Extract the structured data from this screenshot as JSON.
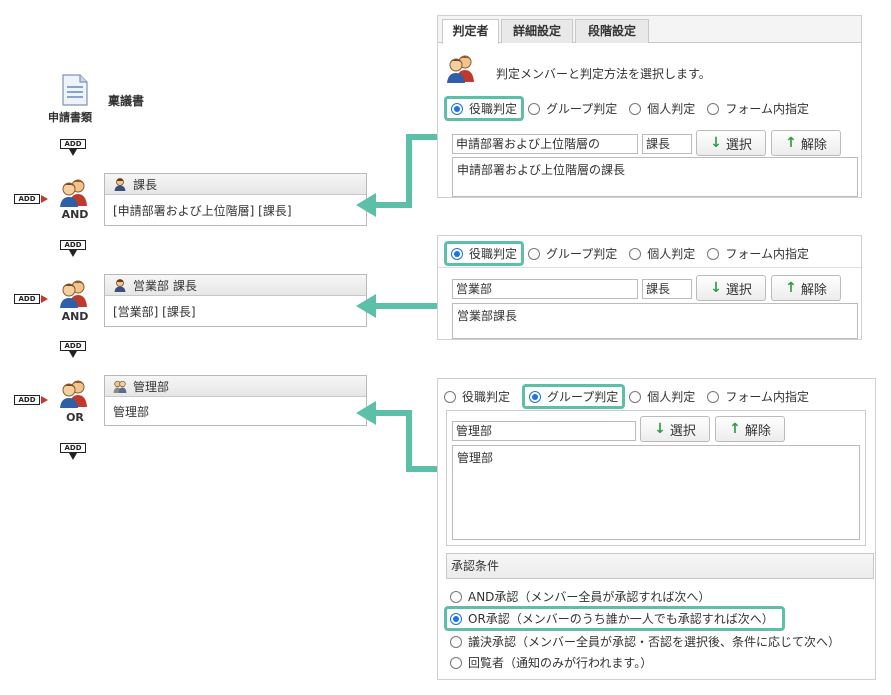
{
  "flow": {
    "doc_label": "申請書類",
    "doc_name": "稟議書",
    "add_label": "ADD",
    "nodes": [
      {
        "mode": "AND",
        "head": "課長",
        "body": "[申請部署および上位階層] [課長]"
      },
      {
        "mode": "AND",
        "head": "営業部 課長",
        "body": "[営業部] [課長]"
      },
      {
        "mode": "OR",
        "head": "管理部",
        "body": "管理部"
      }
    ]
  },
  "panel1": {
    "tabs": [
      "判定者",
      "詳細設定",
      "段階設定"
    ],
    "description": "判定メンバーと判定方法を選択します。",
    "options": [
      "役職判定",
      "グループ判定",
      "個人判定",
      "フォーム内指定"
    ],
    "selected": "役職判定",
    "input1": "申請部署および上位階層の",
    "input2": "課長",
    "select_label": "選択",
    "release_label": "解除",
    "result": "申請部署および上位階層の課長"
  },
  "panel2": {
    "options": [
      "役職判定",
      "グループ判定",
      "個人判定",
      "フォーム内指定"
    ],
    "selected": "役職判定",
    "input1": "営業部",
    "input2": "課長",
    "select_label": "選択",
    "release_label": "解除",
    "result": "営業部課長"
  },
  "panel3": {
    "options": [
      "役職判定",
      "グループ判定",
      "個人判定",
      "フォーム内指定"
    ],
    "selected": "グループ判定",
    "input1": "管理部",
    "select_label": "選択",
    "release_label": "解除",
    "result": "管理部",
    "conditions_title": "承認条件",
    "conditions": [
      "AND承認（メンバー全員が承認すれば次へ）",
      "OR承認（メンバーのうち誰か一人でも承認すれば次へ）",
      "議決承認（メンバー全員が承認・否認を選択後、条件に応じて次へ）",
      "回覧者（通知のみが行われます。）"
    ],
    "selected_condition": "OR承認（メンバーのうち誰か一人でも承認すれば次へ）"
  },
  "colors": {
    "highlight": "#5cbfa8",
    "radio_on": "#1a73e8",
    "add_arrow": "#c0392b",
    "button_icon": "#2e9e3f"
  },
  "icons": {
    "document": "document-icon",
    "people": "people-icon",
    "person": "person-icon",
    "group": "group-icon",
    "select": "arrow-down-icon",
    "release": "arrow-up-icon"
  }
}
